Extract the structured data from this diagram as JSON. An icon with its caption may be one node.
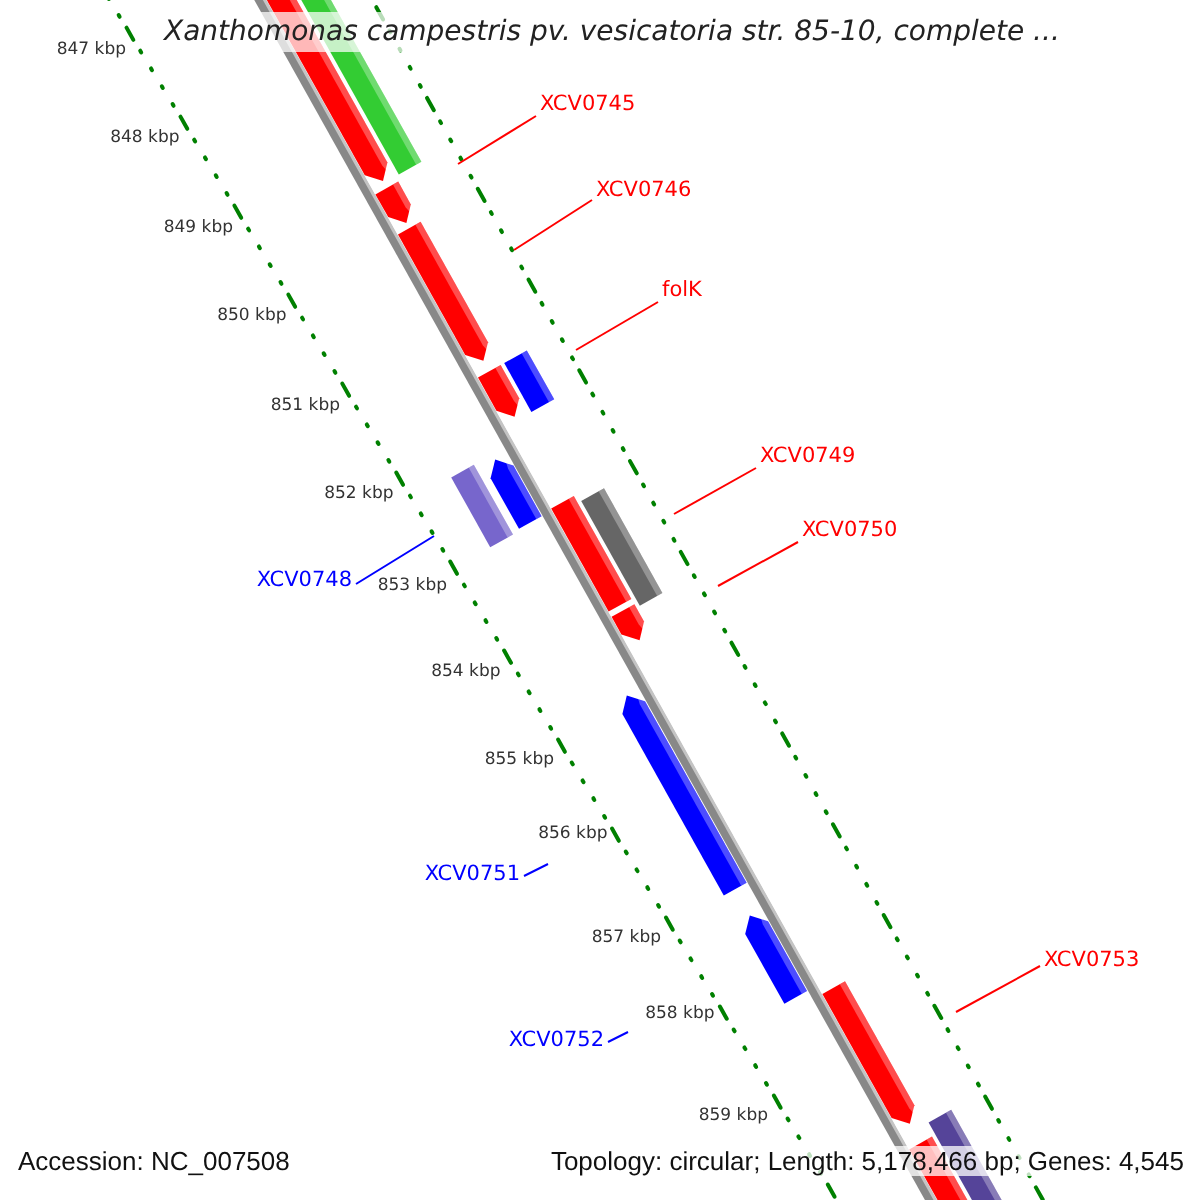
{
  "diagram": {
    "title": "Xanthomonas campestris pv. vesicatoria str. 85-10, complete ...",
    "nodes": [
      {
        "text": [
          "XCV0745"
        ]
      },
      {
        "text": [
          "XCV0746"
        ]
      },
      {
        "text": [
          "folK"
        ]
      },
      {
        "text": [
          "XCV0749"
        ]
      },
      {
        "text": [
          "XCV0750"
        ]
      },
      {
        "text": [
          "XCV0748"
        ]
      },
      {
        "text": [
          "XCV0751"
        ]
      },
      {
        "text": [
          "XCV0753"
        ]
      },
      {
        "text": [
          "XCV0752"
        ]
      }
    ],
    "edges": [
      {
        "from": 0,
        "to": null,
        "arrow": "none"
      },
      {
        "from": 1,
        "to": null,
        "arrow": "none"
      },
      {
        "from": 2,
        "to": null,
        "arrow": "none"
      },
      {
        "from": 3,
        "to": null,
        "arrow": "none"
      },
      {
        "from": 4,
        "to": null,
        "arrow": "none"
      },
      {
        "from": 5,
        "to": null,
        "arrow": "none",
        "color": "#0000ff"
      },
      {
        "from": 6,
        "to": null,
        "arrow": "none",
        "color": "#0000ff"
      },
      {
        "from": 7,
        "to": null,
        "arrow": "none"
      },
      {
        "from": 8,
        "to": null,
        "arrow": "none",
        "color": "#0000ff"
      }
    ],
    "labels": [
      "847 kbp",
      "848 kbp",
      "849 kbp",
      "850 kbp",
      "851 kbp",
      "852 kbp",
      "853 kbp",
      "854 kbp",
      "855 kbp",
      "856 kbp",
      "857 kbp",
      "858 kbp",
      "859 kbp",
      "Accession: NC_007508",
      "Topology: circular; Length: 5,178,466 bp; Genes: 4,545"
    ]
  }
}
